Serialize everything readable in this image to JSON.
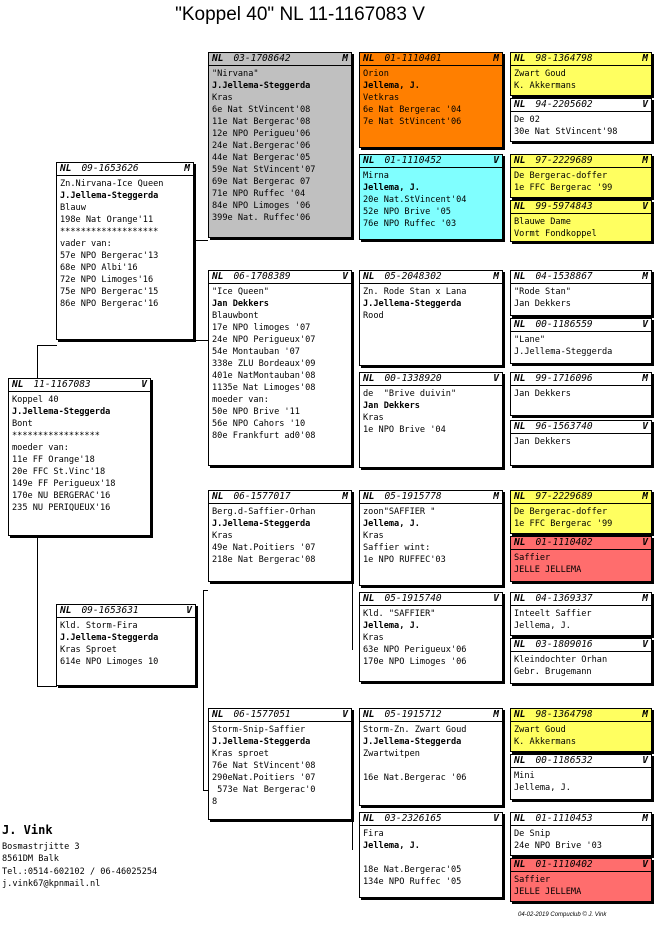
{
  "title": "\"Koppel 40\"  NL  11-1167083 V",
  "cards": {
    "root": {
      "cc": "NL",
      "num": "11-1167083",
      "sex": "V",
      "lines": [
        "Koppel 40",
        "J.Jellema-Steggerda",
        "Bont",
        "*****************",
        "moeder van:",
        "11e FF Orange'18",
        "20e FFC St.Vinc'18",
        "149e FF Perigueux'18",
        "170e NU BERGERAC'16",
        "235 NU PERIQUEUX'16"
      ]
    },
    "father": {
      "cc": "NL",
      "num": "09-1653626",
      "sex": "M",
      "lines": [
        "Zn.Nirvana-Ice Queen",
        "J.Jellema-Steggerda",
        "Blauw",
        "198e Nat Orange'11",
        "*******************",
        "vader van:",
        "57e NPO Bergerac'13",
        "68e NPO Albi'16",
        "72e NPO Limoges'16",
        "75e NPO Bergerac'15",
        "86e NPO Bergerac'16"
      ]
    },
    "mother": {
      "cc": "NL",
      "num": "09-1653631",
      "sex": "V",
      "lines": [
        "Kld. Storm-Fira",
        "J.Jellema-Steggerda",
        "Kras Sproet",
        "614e NPO Limoges 10"
      ]
    },
    "ff": {
      "cc": "NL",
      "num": "03-1708642",
      "sex": "M",
      "lines": [
        "\"Nirvana\"",
        "J.Jellema-Steggerda",
        "Kras",
        "6e Nat StVincent'08",
        "11e Nat Bergerac'08",
        "12e NPO Perigueu'06",
        "24e Nat.Bergerac'06",
        "44e Nat Bergerac'05",
        "59e Nat StVincent'07",
        "69e Nat Bergerac 07",
        "71e NPO Ruffec '04",
        "84e NPO Limoges '06",
        "399e Nat. Ruffec'06"
      ]
    },
    "fm": {
      "cc": "NL",
      "num": "06-1708389",
      "sex": "V",
      "lines": [
        "\"Ice Queen\"",
        "Jan Dekkers",
        "Blauwbont",
        "17e NPO limoges '07",
        "24e NPO Perigueux'07",
        "54e Montauban '07",
        "338e ZLU Bordeaux'09",
        "401e NatMontauban'08",
        "1135e Nat Limoges'08",
        "moeder van:",
        "50e NPO Brive '11",
        "56e NPO Cahors '10",
        "80e Frankfurt ad0'08"
      ]
    },
    "mf": {
      "cc": "NL",
      "num": "06-1577017",
      "sex": "M",
      "lines": [
        "Berg.d-Saffier-Orhan",
        "J.Jellema-Steggerda",
        "Kras",
        "49e Nat.Poitiers '07",
        "218e Nat Bergerac'08"
      ]
    },
    "mm": {
      "cc": "NL",
      "num": "06-1577051",
      "sex": "V",
      "lines": [
        "Storm-Snip-Saffier",
        "J.Jellema-Steggerda",
        "Kras sproet",
        "76e Nat StVincent'08",
        "290eNat.Poitiers '07",
        " 573e Nat Bergerac'0",
        "8"
      ]
    },
    "fff": {
      "cc": "NL",
      "num": "01-1110401",
      "sex": "M",
      "lines": [
        "Orion",
        "Jellema, J.",
        "Vetkras",
        "6e Nat Bergerac '04",
        "7e Nat StVincent'06"
      ]
    },
    "ffm": {
      "cc": "NL",
      "num": "01-1110452",
      "sex": "V",
      "lines": [
        "Mirna",
        "Jellema, J.",
        "20e Nat.StVincent'04",
        "52e NPO Brive '05",
        "76e NPO Ruffec '03"
      ]
    },
    "fmf": {
      "cc": "NL",
      "num": "05-2048302",
      "sex": "M",
      "lines": [
        "Zn. Rode Stan x Lana",
        "J.Jellema-Steggerda",
        "Rood"
      ]
    },
    "fmm": {
      "cc": "NL",
      "num": "00-1338920",
      "sex": "V",
      "lines": [
        "de  \"Brive duivin\"",
        "Jan Dekkers",
        "Kras",
        "1e NPO Brive '04"
      ]
    },
    "mff": {
      "cc": "NL",
      "num": "05-1915778",
      "sex": "M",
      "lines": [
        "zoon\"SAFFIER \"",
        "Jellema, J.",
        "Kras",
        "Saffier wint:",
        "1e NPO RUFFEC'03"
      ]
    },
    "mfm": {
      "cc": "NL",
      "num": "05-1915740",
      "sex": "V",
      "lines": [
        "Kld. \"SAFFIER\"",
        "Jellema, J.",
        "Kras",
        "63e NPO Perigueux'06",
        "170e NPO Limoges '06"
      ]
    },
    "mmf": {
      "cc": "NL",
      "num": "05-1915712",
      "sex": "M",
      "lines": [
        "Storm-Zn. Zwart Goud",
        "J.Jellema-Steggerda",
        "Zwartwitpen",
        "",
        "16e Nat.Bergerac '06"
      ]
    },
    "mmm": {
      "cc": "NL",
      "num": "03-2326165",
      "sex": "V",
      "lines": [
        "Fira",
        "Jellema, J.",
        "",
        "18e Nat.Bergerac'05",
        "134e NPO Ruffec '05"
      ]
    },
    "g1": {
      "cc": "NL",
      "num": "98-1364798",
      "sex": "M",
      "lines": [
        "Zwart Goud",
        "K. Akkermans"
      ]
    },
    "g2": {
      "cc": "NL",
      "num": "94-2205602",
      "sex": "V",
      "lines": [
        "De 02",
        "30e Nat StVincent'98"
      ]
    },
    "g3": {
      "cc": "NL",
      "num": "97-2229689",
      "sex": "M",
      "lines": [
        "De Bergerac-doffer",
        "1e FFC Bergerac '99"
      ]
    },
    "g4": {
      "cc": "NL",
      "num": "99-5974843",
      "sex": "V",
      "lines": [
        "Blauwe Dame",
        "Vormt Fondkoppel"
      ]
    },
    "g5": {
      "cc": "NL",
      "num": "04-1538867",
      "sex": "M",
      "lines": [
        "\"Rode Stan\"",
        "Jan Dekkers"
      ]
    },
    "g6": {
      "cc": "NL",
      "num": "00-1186559",
      "sex": "V",
      "lines": [
        "\"Lane\"",
        "J.Jellema-Steggerda"
      ]
    },
    "g7": {
      "cc": "NL",
      "num": "99-1716096",
      "sex": "M",
      "lines": [
        "Jan Dekkers"
      ]
    },
    "g8": {
      "cc": "NL",
      "num": "96-1563740",
      "sex": "V",
      "lines": [
        "Jan Dekkers"
      ]
    },
    "g9": {
      "cc": "NL",
      "num": "97-2229689",
      "sex": "M",
      "lines": [
        "De Bergerac-doffer",
        "1e FFC Bergerac '99"
      ]
    },
    "g10": {
      "cc": "NL",
      "num": "01-1110402",
      "sex": "V",
      "lines": [
        "Saffier",
        "JELLE JELLEMA"
      ]
    },
    "g11": {
      "cc": "NL",
      "num": "04-1369337",
      "sex": "M",
      "lines": [
        "Inteelt Saffier",
        "Jellema, J."
      ]
    },
    "g12": {
      "cc": "NL",
      "num": "03-1809016",
      "sex": "V",
      "lines": [
        "Kleindochter Orhan",
        "Gebr. Brugemann"
      ]
    },
    "g13": {
      "cc": "NL",
      "num": "98-1364798",
      "sex": "M",
      "lines": [
        "Zwart Goud",
        "K. Akkermans"
      ]
    },
    "g14": {
      "cc": "NL",
      "num": "00-1186532",
      "sex": "V",
      "lines": [
        "Mini",
        "Jellema, J."
      ]
    },
    "g15": {
      "cc": "NL",
      "num": "01-1110453",
      "sex": "M",
      "lines": [
        "De Snip",
        "24e NPO Brive '03"
      ]
    },
    "g16": {
      "cc": "NL",
      "num": "01-1110402",
      "sex": "V",
      "lines": [
        "Saffier",
        "JELLE JELLEMA"
      ]
    }
  },
  "breeder": {
    "name": "J. Vink",
    "lines": [
      "Bosmastrjitte 3",
      "8561DM  Balk",
      "Tel.:0514-602102 / 06-46025254",
      "j.vink67@kpnmail.nl"
    ]
  },
  "footer": "04-02-2019      Compuclub ©  J. Vink"
}
